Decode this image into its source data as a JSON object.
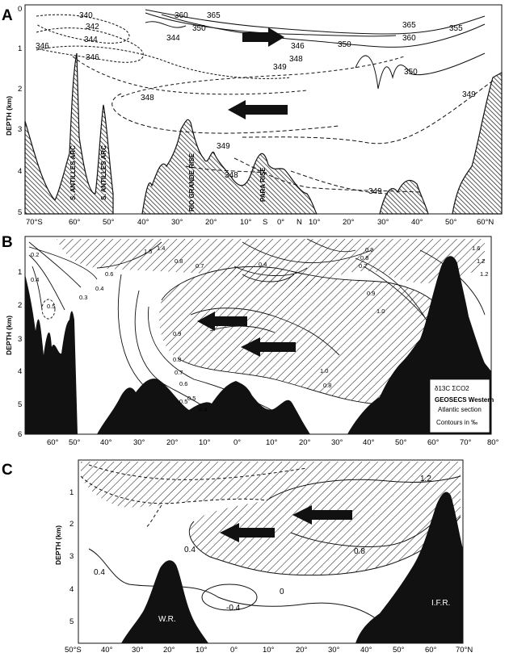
{
  "panel_a": {
    "label": "A",
    "y_axis_title": "DEPTH (km)",
    "y_ticks": [
      "0",
      "1",
      "2",
      "3",
      "4",
      "5"
    ],
    "x_ticks": [
      "70°S",
      "60°",
      "50°",
      "40°",
      "30°",
      "20°",
      "10°",
      "S",
      "0°",
      "N",
      "10°",
      "20°",
      "30°",
      "40°",
      "50°",
      "60°N"
    ],
    "contour_labels": [
      "340",
      "342",
      "344",
      "346",
      "346",
      "360",
      "365",
      "350",
      "344",
      "346",
      "348",
      "365",
      "360",
      "355",
      "350",
      "349",
      "350",
      "349",
      "348",
      "349",
      "348",
      "349"
    ],
    "features": [
      "S. ANTILLES ARC",
      "S. ANTILLES ARC",
      "RIO GRANDE RISE",
      "PARA RISE"
    ]
  },
  "panel_b": {
    "label": "B",
    "y_axis_title": "DEPTH (km)",
    "y_ticks": [
      "1",
      "2",
      "3",
      "4",
      "5",
      "6"
    ],
    "x_ticks": [
      "60°",
      "50°",
      "40°",
      "30°",
      "20°",
      "10°",
      "0°",
      "10°",
      "20°",
      "30°",
      "40°",
      "50°",
      "60°",
      "70°",
      "80°"
    ],
    "contour_labels": [
      "0.2",
      "0.4",
      "0.3",
      "0.4",
      "0.5",
      "0.6",
      "0.7",
      "0.8",
      "0.9",
      "1.0",
      "0.9",
      "0.8",
      "0.7",
      "0.6",
      "0.5",
      "0.4",
      "0.4",
      "0.7",
      "0.8",
      "0.9",
      "1.0",
      "1.2",
      "1.4",
      "1.5",
      "1.6",
      "1.2",
      "0.8",
      "0.5"
    ],
    "legend": {
      "line1": "δ13C ΣCO2",
      "line2": "GEOSECS Western",
      "line3": "Atlantic section",
      "line4": "Contours in ‰"
    }
  },
  "panel_c": {
    "label": "C",
    "y_axis_title": "DEPTH (km)",
    "y_ticks": [
      "1",
      "2",
      "3",
      "4",
      "5"
    ],
    "x_ticks": [
      "50°S",
      "40°",
      "30°",
      "20°",
      "10°",
      "0°",
      "10°",
      "20°",
      "30°",
      "40°",
      "50°",
      "60°",
      "70°N"
    ],
    "contour_labels": [
      "1.2",
      "0.4",
      "0.8",
      "0.4",
      "0",
      "-0.4"
    ],
    "ridges": [
      "W.R.",
      "I.F.R."
    ]
  },
  "colors": {
    "ink": "#111111",
    "paper": "#ffffff"
  }
}
